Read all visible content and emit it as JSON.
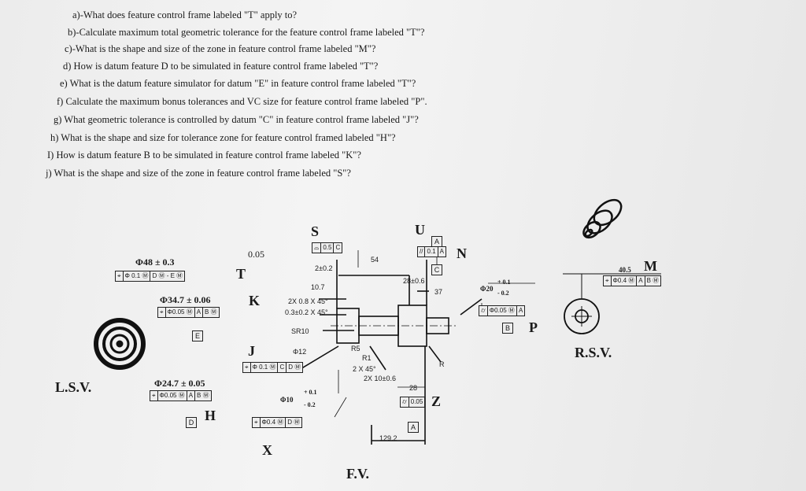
{
  "questions": [
    "a)-What does feature control frame labeled \"T\" apply to?",
    "b)-Calculate maximum total geometric tolerance for the feature control frame labeled \"T\"?",
    "c)-What is the shape and size of the zone in feature control frame labeled \"M\"?",
    "d) How is datum feature D to be simulated in feature control frame labeled \"T\"?",
    "e) What is the datum feature simulator for datum \"E\" in feature control frame labeled \"T\"?",
    "f) Calculate the maximum bonus tolerances and VC size for feature control frame labeled \"P\".",
    "g) What geometric tolerance is controlled by datum \"C\" in feature control frame labeled \"J\"?",
    "h) What is the shape and size for tolerance zone for feature control framed labeled \"H\"?",
    "I) How is datum feature B to be simulated in feature control frame labeled \"K\"?",
    "j) What is the shape and size of the zone in feature control frame labeled \"S\"?"
  ],
  "drawing": {
    "labels": {
      "S": "S",
      "U": "U",
      "N": "N",
      "T": "T",
      "K": "K",
      "J": "J",
      "H": "H",
      "X": "X",
      "Z": "Z",
      "P": "P",
      "M": "M"
    },
    "views": {
      "lsv": "L.S.V.",
      "rsv": "R.S.V.",
      "fv": "F.V."
    },
    "dims": {
      "d48": "Φ48 ± 0.3",
      "d347": "Φ34.7 ± 0.06",
      "d247": "Φ24.7 ± 0.05",
      "v005": "0.05",
      "phi20": "Φ20",
      "phi20_tol_up": "+ 0.1",
      "phi20_tol_dn": "- 0.2",
      "phi10": "Φ10",
      "phi10_tol_up": "+ 0.1",
      "phi10_tol_dn": "- 0.2",
      "m_dim": "40.5"
    },
    "fcf": {
      "T": [
        "⌖",
        "Φ 0.1 Ⓜ",
        "D Ⓜ - E Ⓜ"
      ],
      "K": [
        "⌖",
        "Φ0.05 Ⓜ",
        "A",
        "B Ⓜ"
      ],
      "H": [
        "⌖",
        "Φ0.05 Ⓜ",
        "A",
        "B Ⓜ"
      ],
      "J": [
        "⌖",
        "Φ 0.1 Ⓜ",
        "C",
        "D Ⓜ"
      ],
      "X": [
        "⌖",
        "Φ0.4 Ⓜ",
        "D Ⓜ"
      ],
      "S": [
        "⌓",
        "0.5",
        "C"
      ],
      "U": [
        "//",
        "0.1",
        "A"
      ],
      "P": [
        "⌭",
        "Φ0.05 Ⓜ",
        "A"
      ],
      "Z": [
        "⌭",
        "0.05"
      ],
      "M": [
        "⌖",
        "Φ0.4 Ⓜ",
        "A",
        "B Ⓜ"
      ]
    },
    "datums": {
      "E": "E",
      "D": "D",
      "C": "C",
      "B": "B",
      "A": "A"
    },
    "small_notes": {
      "n1": "2±0.2",
      "n2": "10.7",
      "n3": "2X 0.8 X 45°",
      "n4": "0.3±0.2 X 45°",
      "n5": "SR10",
      "n6": "R5",
      "n7": "R1",
      "n8": "2 X 45°",
      "n9": "2X 10±0.6",
      "n10": "28±0.6",
      "n11": "37",
      "n12": "129.2",
      "n13": "54",
      "n14": "R",
      "n15": "Φ12",
      "n16": "28"
    }
  }
}
